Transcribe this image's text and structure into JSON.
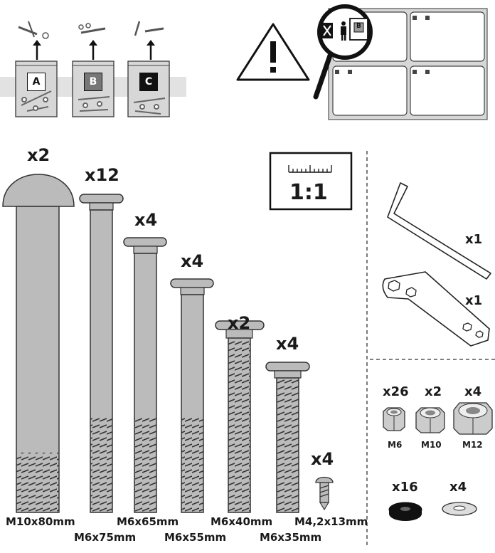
{
  "bags": [
    {
      "letter": "A",
      "style": "white"
    },
    {
      "letter": "B",
      "style": "grey"
    },
    {
      "letter": "C",
      "style": "black"
    }
  ],
  "warning_icon": "warning-triangle-icon",
  "scale": {
    "ratio": "1:1"
  },
  "bolts": [
    {
      "qty": "x2",
      "size": "M10x80mm"
    },
    {
      "qty": "x12",
      "size": "M6x75mm"
    },
    {
      "qty": "x4",
      "size": "M6x65mm"
    },
    {
      "qty": "x4",
      "size": "M6x55mm"
    },
    {
      "qty": "x2",
      "size": "M6x40mm"
    },
    {
      "qty": "x4",
      "size": "M6x35mm"
    },
    {
      "qty": "x4",
      "size": "M4,2x13mm"
    }
  ],
  "tools": [
    {
      "name": "allen-key",
      "qty": "x1"
    },
    {
      "name": "spanner",
      "qty": "x1"
    }
  ],
  "nuts": [
    {
      "qty": "x26",
      "size": "M6"
    },
    {
      "qty": "x2",
      "size": "M10"
    },
    {
      "qty": "x4",
      "size": "M12"
    }
  ],
  "washers": [
    {
      "qty": "x16"
    },
    {
      "qty": "x4"
    }
  ],
  "label_panel": {
    "tag": "B"
  }
}
